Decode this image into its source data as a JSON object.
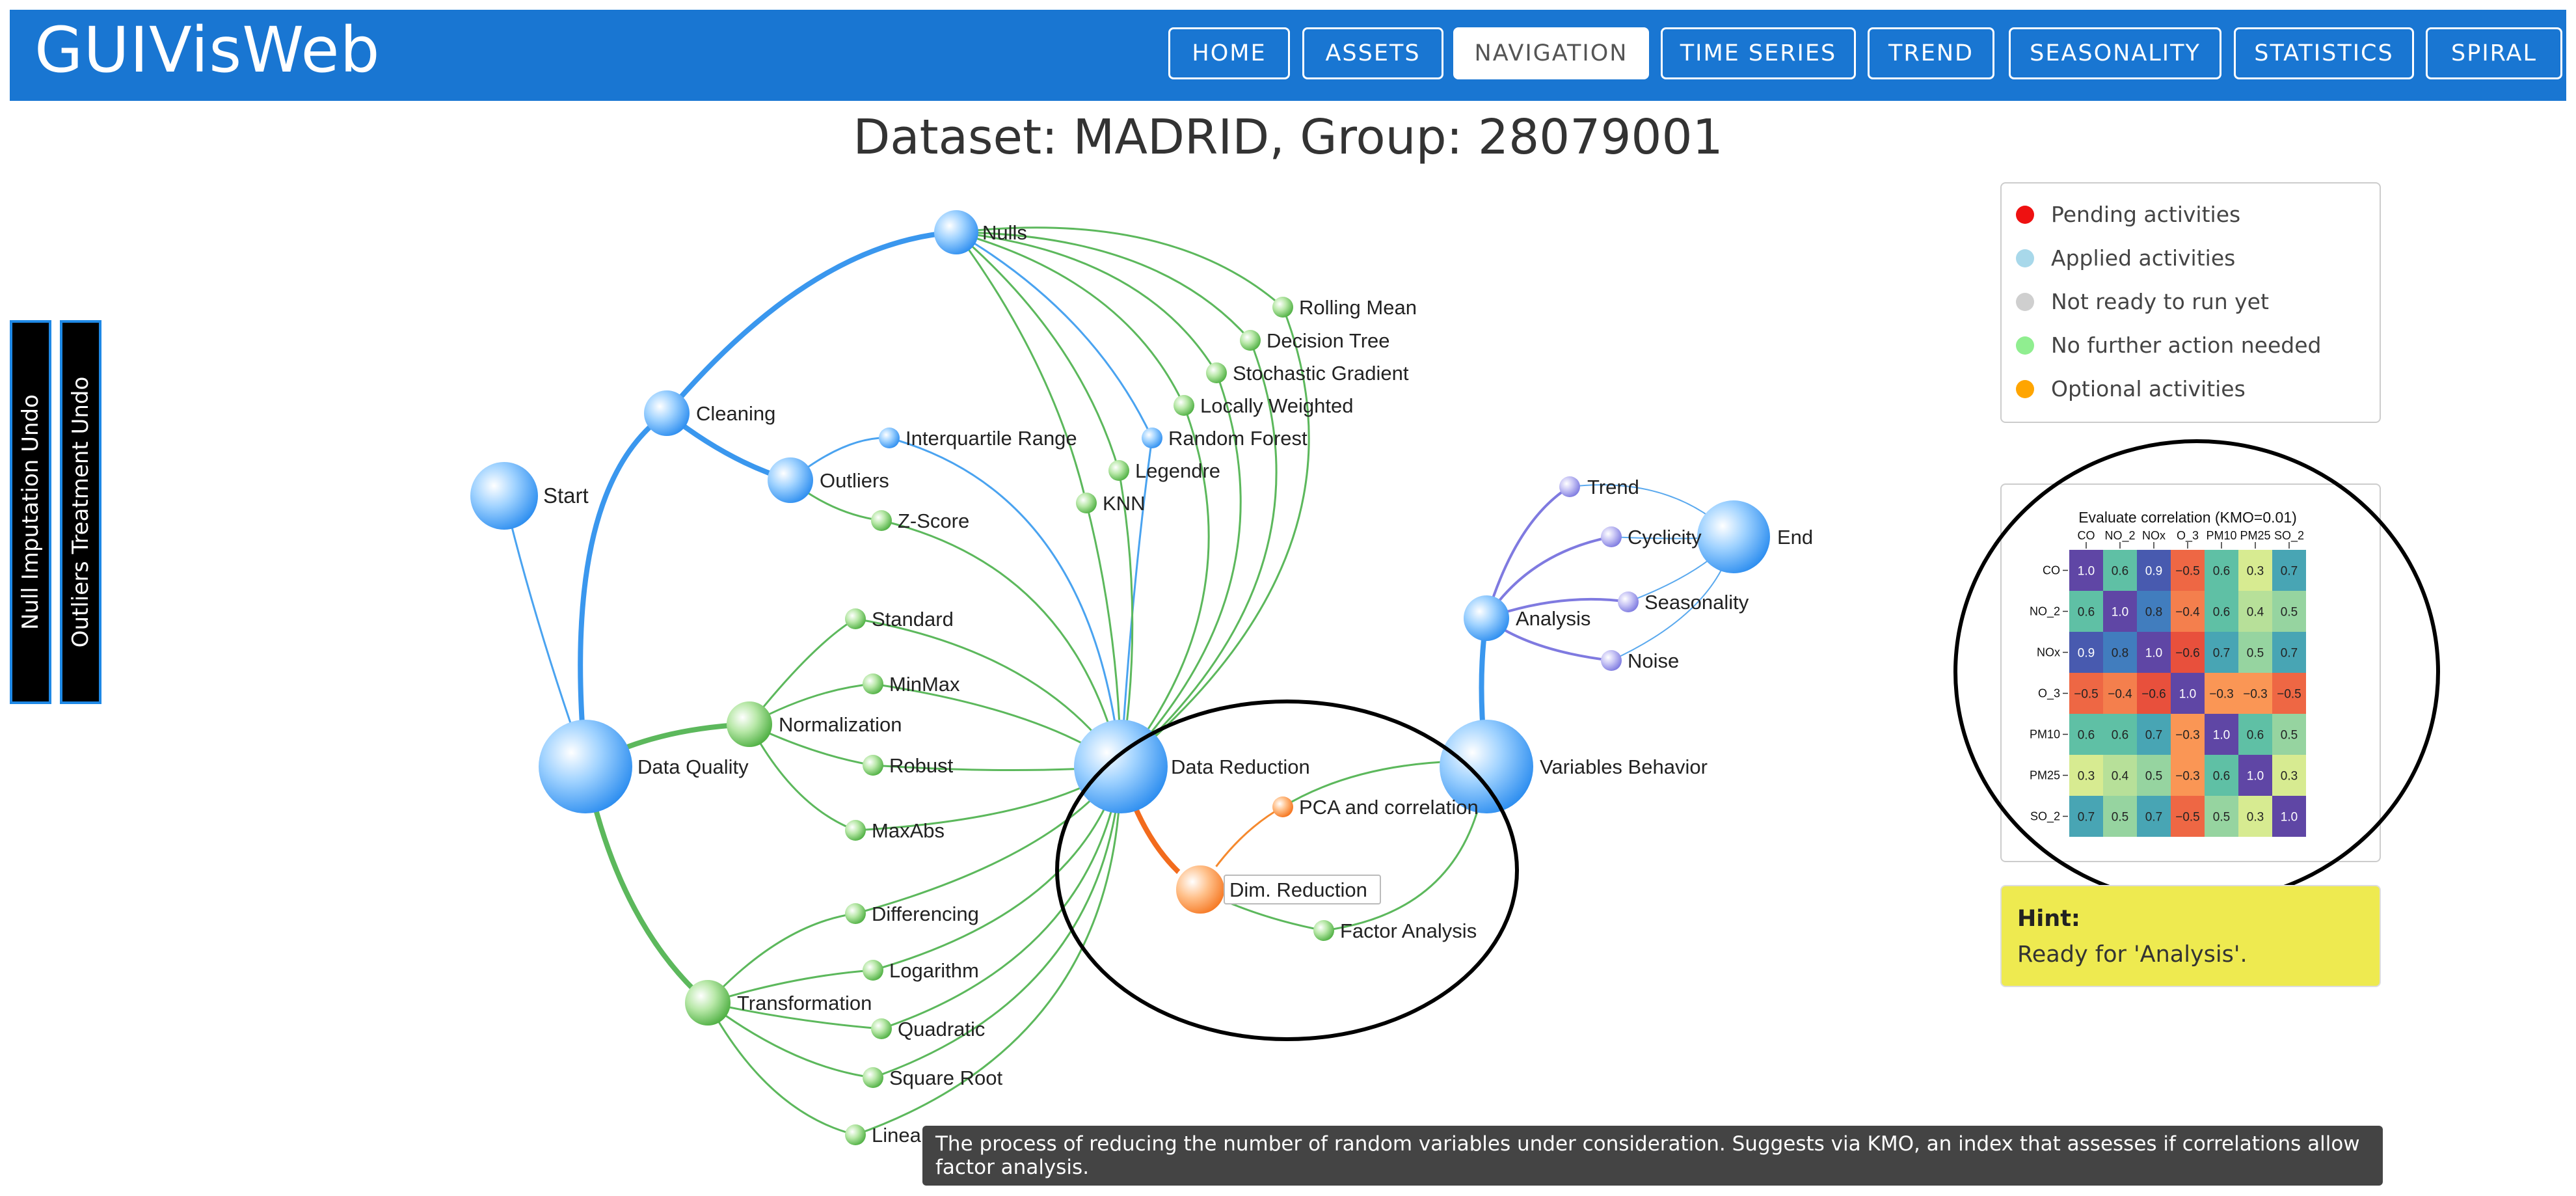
{
  "app": {
    "brand": "GUIVisWeb"
  },
  "nav": {
    "items": [
      {
        "label": "HOME",
        "active": false
      },
      {
        "label": "ASSETS",
        "active": false
      },
      {
        "label": "NAVIGATION",
        "active": true
      },
      {
        "label": "TIME SERIES",
        "active": false
      },
      {
        "label": "TREND",
        "active": false
      },
      {
        "label": "SEASONALITY",
        "active": false
      },
      {
        "label": "STATISTICS",
        "active": false
      },
      {
        "label": "SPIRAL",
        "active": false
      }
    ]
  },
  "page": {
    "title": "Dataset: MADRID, Group: 28079001"
  },
  "undo_buttons": [
    {
      "label": "Null Imputation Undo"
    },
    {
      "label": "Outliers Treatment Undo"
    }
  ],
  "graph": {
    "nodes": {
      "start": "Start",
      "cleaning": "Cleaning",
      "nulls": "Nulls",
      "outliers": "Outliers",
      "iqr": "Interquartile Range",
      "zscore": "Z-Score",
      "rolling_mean": "Rolling Mean",
      "decision_tree": "Decision Tree",
      "stochastic_gradient": "Stochastic Gradient",
      "locally_weighted": "Locally Weighted",
      "random_forest": "Random Forest",
      "legendre": "Legendre",
      "knn": "KNN",
      "data_quality": "Data Quality",
      "normalization": "Normalization",
      "standard": "Standard",
      "minmax": "MinMax",
      "robust": "Robust",
      "maxabs": "MaxAbs",
      "transformation": "Transformation",
      "differencing": "Differencing",
      "logarithm": "Logarithm",
      "quadratic": "Quadratic",
      "square_root": "Square Root",
      "linear": "Linea",
      "data_reduction": "Data Reduction",
      "pca": "PCA and correlation",
      "dim_reduction": "Dim. Reduction",
      "factor_analysis": "Factor Analysis",
      "variables_behavior": "Variables Behavior",
      "analysis": "Analysis",
      "trend": "Trend",
      "cyclicity": "Cyclicity",
      "seasonality": "Seasonality",
      "noise": "Noise",
      "end": "End"
    }
  },
  "legend": {
    "items": [
      {
        "label": "Pending activities",
        "color": "#ee1111"
      },
      {
        "label": "Applied activities",
        "color": "#a8d8ea"
      },
      {
        "label": "Not ready to run yet",
        "color": "#cfcfcf"
      },
      {
        "label": "No further action needed",
        "color": "#90ee90"
      },
      {
        "label": "Optional activities",
        "color": "#ffa500"
      }
    ]
  },
  "chart_data": {
    "type": "heatmap",
    "title": "Evaluate correlation (KMO=0.01)",
    "x_labels": [
      "CO",
      "NO_2",
      "NOx",
      "O_3",
      "PM10",
      "PM25",
      "SO_2"
    ],
    "y_labels": [
      "CO",
      "NO_2",
      "NOx",
      "O_3",
      "PM10",
      "PM25",
      "SO_2"
    ],
    "cell_labels": [
      [
        "1.0",
        "0.6",
        "0.9",
        "−0.5",
        "0.6",
        "0.3",
        "0.7"
      ],
      [
        "0.6",
        "1.0",
        "0.8",
        "−0.4",
        "0.6",
        "0.4",
        "0.5"
      ],
      [
        "0.9",
        "0.8",
        "1.0",
        "−0.6",
        "0.7",
        "0.5",
        "0.7"
      ],
      [
        "−0.5",
        "−0.4",
        "−0.6",
        "1.0",
        "−0.3",
        "−0.3",
        "−0.5"
      ],
      [
        "0.6",
        "0.6",
        "0.7",
        "−0.3",
        "1.0",
        "0.6",
        "0.5"
      ],
      [
        "0.3",
        "0.4",
        "0.5",
        "−0.3",
        "0.6",
        "1.0",
        "0.3"
      ],
      [
        "0.7",
        "0.5",
        "0.7",
        "−0.5",
        "0.5",
        "0.3",
        "1.0"
      ]
    ],
    "values": [
      [
        1.0,
        0.6,
        0.9,
        -0.5,
        0.6,
        0.3,
        0.7
      ],
      [
        0.6,
        1.0,
        0.8,
        -0.4,
        0.6,
        0.4,
        0.5
      ],
      [
        0.9,
        0.8,
        1.0,
        -0.6,
        0.7,
        0.5,
        0.7
      ],
      [
        -0.5,
        -0.4,
        -0.6,
        1.0,
        -0.3,
        -0.3,
        -0.5
      ],
      [
        0.6,
        0.6,
        0.7,
        -0.3,
        1.0,
        0.6,
        0.5
      ],
      [
        0.3,
        0.4,
        0.5,
        -0.3,
        0.6,
        1.0,
        0.3
      ],
      [
        0.7,
        0.5,
        0.7,
        -0.5,
        0.5,
        0.3,
        1.0
      ]
    ]
  },
  "hint": {
    "title": "Hint:",
    "text": "Ready for 'Analysis'."
  },
  "tooltip": {
    "text": "The process of reducing the number of random variables under consideration. Suggests via KMO, an index that assesses if correlations allow factor analysis."
  }
}
